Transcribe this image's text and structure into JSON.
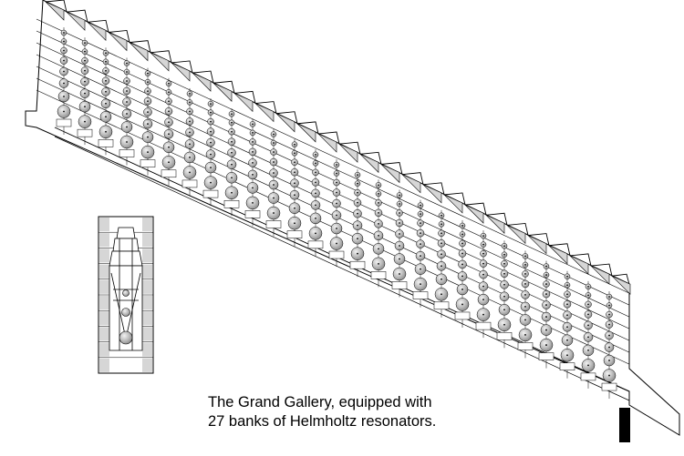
{
  "caption": {
    "line1": "The Grand Gallery, equipped with",
    "line2": "27 banks of Helmholtz resonators."
  },
  "diagram": {
    "bank_count": 27,
    "resonator_sizes_per_bank": [
      3,
      3,
      3.5,
      4,
      4.5,
      5,
      6,
      7
    ],
    "colors": {
      "line": "#000000",
      "wall_fill": "#ffffff",
      "resonator_fill": "#bdbdbd",
      "resonator_highlight": "#eeeeee",
      "stone_fill": "#d6d6d6",
      "base_block": "#000000"
    }
  }
}
